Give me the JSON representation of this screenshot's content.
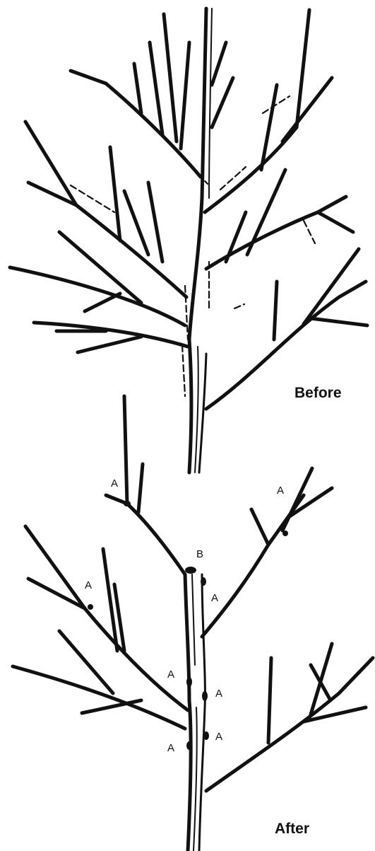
{
  "labels": {
    "before": "Before",
    "after": "After"
  },
  "markers": {
    "a": "A",
    "b": "B"
  }
}
